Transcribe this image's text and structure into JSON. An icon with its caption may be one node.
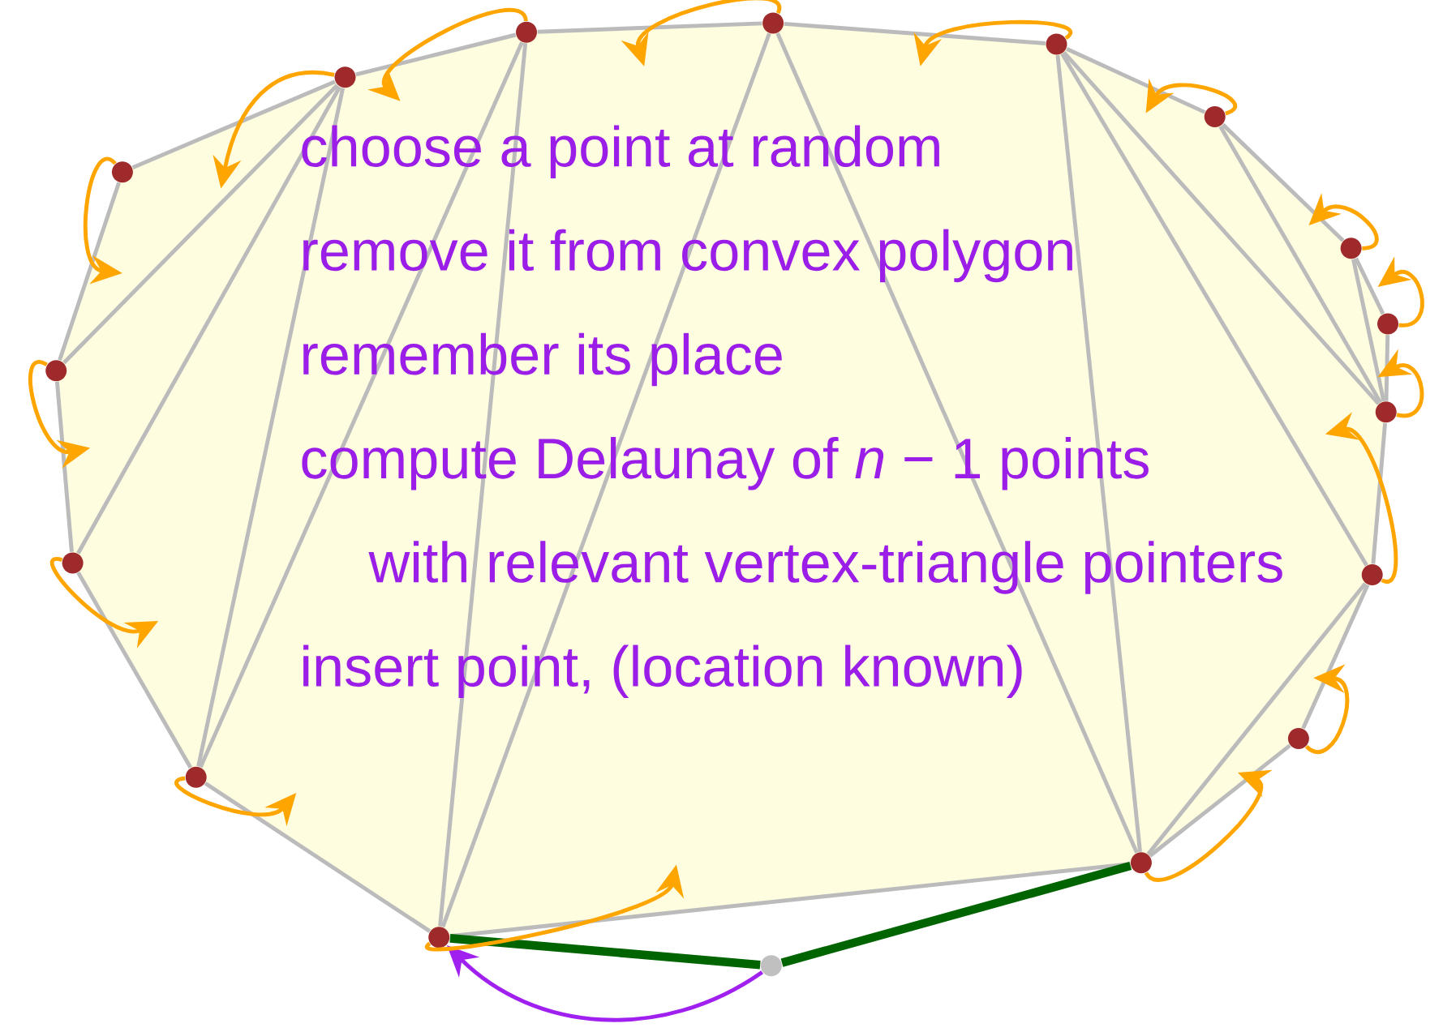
{
  "diagram": {
    "nodes": [
      {
        "text": [],
        "shape": "circle"
      },
      {
        "text": [],
        "shape": "circle"
      },
      {
        "text": [],
        "shape": "circle"
      },
      {
        "text": [],
        "shape": "circle"
      },
      {
        "text": [],
        "shape": "circle"
      },
      {
        "text": [],
        "shape": "circle"
      },
      {
        "text": [],
        "shape": "circle"
      },
      {
        "text": [],
        "shape": "circle"
      },
      {
        "text": [],
        "shape": "circle"
      },
      {
        "text": [],
        "shape": "circle"
      },
      {
        "text": [],
        "shape": "circle"
      },
      {
        "text": [],
        "shape": "circle"
      },
      {
        "text": [],
        "shape": "circle"
      },
      {
        "text": [],
        "shape": "circle"
      },
      {
        "text": [],
        "shape": "circle"
      },
      {
        "text": [],
        "shape": "circle"
      },
      {
        "text": [],
        "shape": "circle"
      }
    ],
    "edges": [
      {
        "from": 0,
        "to": 1,
        "arrow": "none"
      },
      {
        "from": 1,
        "to": 2,
        "arrow": "none"
      },
      {
        "from": 2,
        "to": 3,
        "arrow": "none"
      },
      {
        "from": 3,
        "to": 4,
        "arrow": "none"
      },
      {
        "from": 4,
        "to": 5,
        "arrow": "none"
      },
      {
        "from": 5,
        "to": 6,
        "arrow": "none"
      },
      {
        "from": 6,
        "to": 7,
        "arrow": "none"
      },
      {
        "from": 7,
        "to": 8,
        "arrow": "none"
      },
      {
        "from": 8,
        "to": 9,
        "arrow": "none"
      },
      {
        "from": 9,
        "to": 10,
        "arrow": "none"
      },
      {
        "from": 10,
        "to": 11,
        "arrow": "none"
      },
      {
        "from": 11,
        "to": 12,
        "arrow": "none"
      },
      {
        "from": 12,
        "to": 13,
        "arrow": "none"
      },
      {
        "from": 13,
        "to": 14,
        "arrow": "none"
      },
      {
        "from": 14,
        "to": 15,
        "arrow": "none"
      },
      {
        "from": 15,
        "to": 0,
        "arrow": "none"
      },
      {
        "from": 1,
        "to": 15,
        "arrow": "none"
      },
      {
        "from": 1,
        "to": 14,
        "arrow": "none"
      },
      {
        "from": 1,
        "to": 13,
        "arrow": "none"
      },
      {
        "from": 2,
        "to": 13,
        "arrow": "none"
      },
      {
        "from": 2,
        "to": 12,
        "arrow": "none"
      },
      {
        "from": 3,
        "to": 12,
        "arrow": "none"
      },
      {
        "from": 3,
        "to": 11,
        "arrow": "none"
      },
      {
        "from": 4,
        "to": 11,
        "arrow": "none"
      },
      {
        "from": 4,
        "to": 9,
        "arrow": "none"
      },
      {
        "from": 4,
        "to": 8,
        "arrow": "none"
      },
      {
        "from": 5,
        "to": 8,
        "arrow": "none"
      },
      {
        "from": 6,
        "to": 8,
        "arrow": "none"
      },
      {
        "from": 9,
        "to": 11,
        "arrow": "none"
      },
      {
        "from": 16,
        "to": 12,
        "arrow": "none",
        "style": "thick",
        "color": "#006400"
      },
      {
        "from": 16,
        "to": 11,
        "arrow": "none",
        "style": "thick",
        "color": "#006400"
      },
      {
        "from": 16,
        "to": 12,
        "arrow": "to",
        "color": "#a020f0"
      },
      {
        "from": 0,
        "to": null,
        "arrow": "to",
        "color": "#ffa500"
      },
      {
        "from": 1,
        "to": null,
        "arrow": "to",
        "color": "#ffa500"
      },
      {
        "from": 2,
        "to": null,
        "arrow": "to",
        "color": "#ffa500"
      },
      {
        "from": 3,
        "to": null,
        "arrow": "to",
        "color": "#ffa500"
      },
      {
        "from": 4,
        "to": null,
        "arrow": "to",
        "color": "#ffa500"
      },
      {
        "from": 5,
        "to": null,
        "arrow": "to",
        "color": "#ffa500"
      },
      {
        "from": 6,
        "to": null,
        "arrow": "to",
        "color": "#ffa500"
      },
      {
        "from": 7,
        "to": null,
        "arrow": "to",
        "color": "#ffa500"
      },
      {
        "from": 8,
        "to": null,
        "arrow": "to",
        "color": "#ffa500"
      },
      {
        "from": 9,
        "to": null,
        "arrow": "to",
        "color": "#ffa500"
      },
      {
        "from": 10,
        "to": null,
        "arrow": "to",
        "color": "#ffa500"
      },
      {
        "from": 11,
        "to": null,
        "arrow": "to",
        "color": "#ffa500"
      },
      {
        "from": 12,
        "to": null,
        "arrow": "to",
        "color": "#ffa500"
      },
      {
        "from": 13,
        "to": null,
        "arrow": "to",
        "color": "#ffa500"
      },
      {
        "from": 14,
        "to": null,
        "arrow": "to",
        "color": "#ffa500"
      },
      {
        "from": 15,
        "to": null,
        "arrow": "to",
        "color": "#ffa500"
      }
    ],
    "labels": [
      "choose a point at random",
      "remove it from convex polygon",
      "remember its place",
      "compute Delaunay of *n* − 1 points",
      "with relevant vertex-triangle pointers",
      "insert point, (location known)"
    ]
  }
}
